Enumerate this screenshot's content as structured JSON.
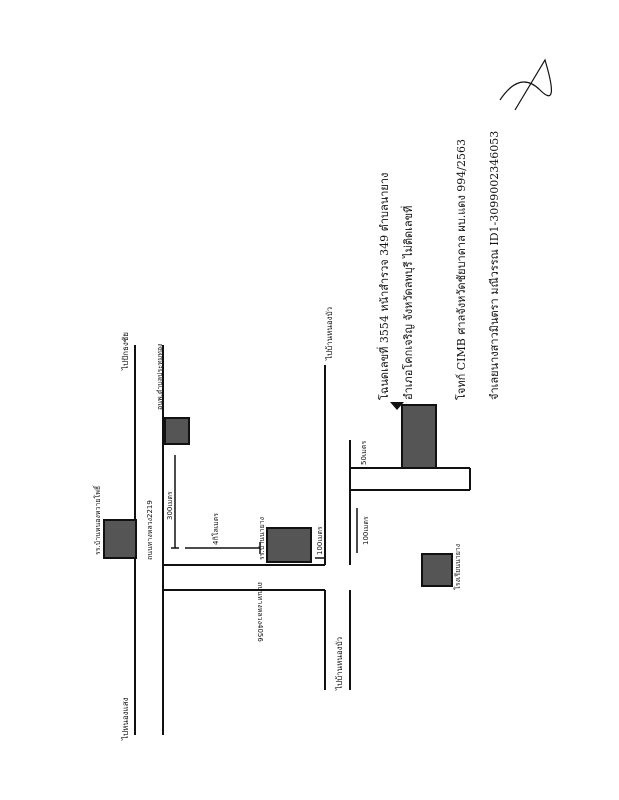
{
  "roads": {
    "to_nong_saeng": "ไปหนองแสง",
    "to_pak_tho": "ไปปักธงชัย",
    "highway_2219": "ถนนทางหลวง2219",
    "highway_4056": "ถนนทางหลวง4056",
    "to_nong_bua_1": "ไปบ้านหนองบัว",
    "to_nong_bua_2": "ไปบ้านหนองบัว"
  },
  "places": {
    "temple": "รร.บ้านหนองหวายโพธิ์",
    "health": "อนพ.ตำบลประทุมทอง",
    "school": "รร.บ้านนายาง",
    "pr_school": "โรงเรียนนายาง"
  },
  "distances": {
    "d300": "300เมตร",
    "d4km": "4กิโลเมตร",
    "d100a": "100เมตร",
    "d100b": "100เมตร",
    "d50": "50เมตร"
  },
  "deed": {
    "line1": "โฉนดเลขที่ 3554 หน้าสำรวจ 349 ตำบลนายาง",
    "line2": "อำเภอโคกเจริญ จังหวัดลพบุรี ไม่ติดเลขที่",
    "line3": "โจทก์ CIMB ศาลจังหวัดชัยบาดาล ผบ.แดง 994/2563",
    "line4": "จำเลยนางสาวมินตรา มณีวรรณ ID1-3099002346053"
  },
  "colors": {
    "building": "#555555",
    "line": "#111111"
  }
}
